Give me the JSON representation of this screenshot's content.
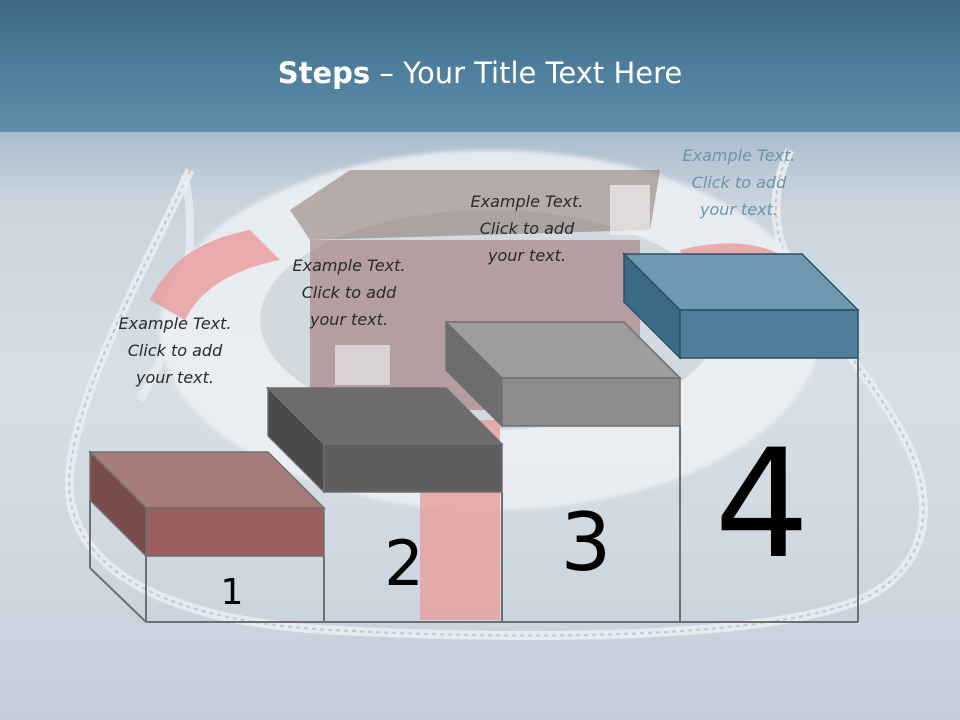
{
  "slide": {
    "title_bold": "Steps",
    "title_rest": " – Your Title Text Here"
  },
  "steps": [
    {
      "number": "1",
      "lines": [
        "Example Text.",
        "Click  to add",
        "your text."
      ],
      "color": "#a77a7a"
    },
    {
      "number": "2",
      "lines": [
        "Example Text.",
        "Click  to add",
        "your text."
      ],
      "color": "#6e6e6e"
    },
    {
      "number": "3",
      "lines": [
        "Example Text.",
        "Click  to add",
        "your text."
      ],
      "color": "#9a9a9a"
    },
    {
      "number": "4",
      "lines": [
        "Example Text.",
        "Click  to add",
        "your text."
      ],
      "color": "#6f97b2"
    }
  ],
  "colors": {
    "header": "#4a7795",
    "step1_front": "#9b5f5f",
    "step2_front": "#5e5e5e",
    "step3_front": "#8c8c8c",
    "step4_front": "#4f7f9c"
  }
}
